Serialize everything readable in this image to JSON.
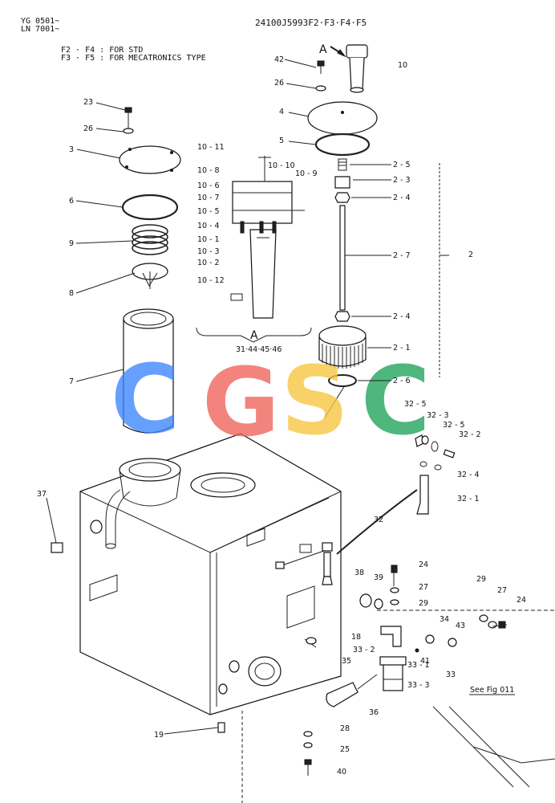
{
  "header": {
    "serial_1": "YG 0501~",
    "serial_2": "LN 7001~",
    "part_no": "24100J5993F2·F3·F4·F5",
    "note_1": "F2 · F4 : FOR STD",
    "note_2": "F3 · F5 : FOR MECATRONICS TYPE"
  },
  "watermark": [
    "C",
    "G",
    "S",
    "C"
  ],
  "view_a": {
    "arrow_label": "A",
    "detail_label": "A"
  },
  "callouts": [
    {
      "id": "c-42",
      "text": "42"
    },
    {
      "id": "c-26a",
      "text": "26"
    },
    {
      "id": "c-10",
      "text": "10"
    },
    {
      "id": "c-4",
      "text": "4"
    },
    {
      "id": "c-5",
      "text": "5"
    },
    {
      "id": "c-2-5",
      "text": "2 - 5"
    },
    {
      "id": "c-2-3",
      "text": "2 - 3"
    },
    {
      "id": "c-2-4a",
      "text": "2 - 4"
    },
    {
      "id": "c-2-7",
      "text": "2 - 7"
    },
    {
      "id": "c-2",
      "text": "2"
    },
    {
      "id": "c-2-4b",
      "text": "2 - 4"
    },
    {
      "id": "c-2-1",
      "text": "2 - 1"
    },
    {
      "id": "c-2-6",
      "text": "2 - 6"
    },
    {
      "id": "c-23",
      "text": "23"
    },
    {
      "id": "c-26b",
      "text": "26"
    },
    {
      "id": "c-3",
      "text": "3"
    },
    {
      "id": "c-6",
      "text": "6"
    },
    {
      "id": "c-9",
      "text": "9"
    },
    {
      "id": "c-8",
      "text": "8"
    },
    {
      "id": "c-7",
      "text": "7"
    },
    {
      "id": "c-10-11",
      "text": "10 - 11"
    },
    {
      "id": "c-10-10",
      "text": "10 - 10"
    },
    {
      "id": "c-10-9",
      "text": "10 - 9"
    },
    {
      "id": "c-10-8",
      "text": "10 - 8"
    },
    {
      "id": "c-10-6",
      "text": "10 - 6"
    },
    {
      "id": "c-10-7",
      "text": "10 - 7"
    },
    {
      "id": "c-10-5",
      "text": "10 - 5"
    },
    {
      "id": "c-10-4",
      "text": "10 - 4"
    },
    {
      "id": "c-10-1",
      "text": "10 - 1"
    },
    {
      "id": "c-10-3",
      "text": "10 - 3"
    },
    {
      "id": "c-10-2",
      "text": "10 - 2"
    },
    {
      "id": "c-10-12",
      "text": "10 - 12"
    },
    {
      "id": "c-31",
      "text": "31·44·45·46"
    },
    {
      "id": "c-32-5a",
      "text": "32 - 5"
    },
    {
      "id": "c-32-3",
      "text": "32 - 3"
    },
    {
      "id": "c-32-5b",
      "text": "32 - 5"
    },
    {
      "id": "c-32-2",
      "text": "32 - 2"
    },
    {
      "id": "c-32-4",
      "text": "32 - 4"
    },
    {
      "id": "c-32-1",
      "text": "32 - 1"
    },
    {
      "id": "c-32",
      "text": "32"
    },
    {
      "id": "c-37",
      "text": "37"
    },
    {
      "id": "c-24a",
      "text": "24"
    },
    {
      "id": "c-38",
      "text": "38"
    },
    {
      "id": "c-39",
      "text": "39"
    },
    {
      "id": "c-27a",
      "text": "27"
    },
    {
      "id": "c-29a",
      "text": "29"
    },
    {
      "id": "c-29b",
      "text": "29"
    },
    {
      "id": "c-27b",
      "text": "27"
    },
    {
      "id": "c-24b",
      "text": "24"
    },
    {
      "id": "c-18",
      "text": "18"
    },
    {
      "id": "c-34",
      "text": "34"
    },
    {
      "id": "c-43",
      "text": "43"
    },
    {
      "id": "c-33-2",
      "text": "33 - 2"
    },
    {
      "id": "c-41",
      "text": "41"
    },
    {
      "id": "c-35",
      "text": "35"
    },
    {
      "id": "c-33-1",
      "text": "33 - 1"
    },
    {
      "id": "c-33",
      "text": "33"
    },
    {
      "id": "c-33-3",
      "text": "33 - 3"
    },
    {
      "id": "c-see",
      "text": "See Fig 011"
    },
    {
      "id": "c-36",
      "text": "36"
    },
    {
      "id": "c-19",
      "text": "19"
    },
    {
      "id": "c-28",
      "text": "28"
    },
    {
      "id": "c-25",
      "text": "25"
    },
    {
      "id": "c-40",
      "text": "40"
    }
  ]
}
